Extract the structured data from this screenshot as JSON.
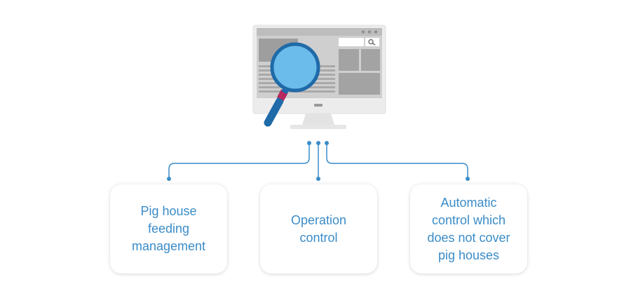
{
  "colors": {
    "accent_blue": "#3a8cc8",
    "connector_blue": "#3a8cc8",
    "monitor_bezel": "#e9e9e9",
    "screen_gray": "#c8c8c8",
    "block_gray": "#9b9b9b",
    "lens_blue": "#6bbcea",
    "handle_blue": "#1f6aa8",
    "collar_magenta": "#b8275e"
  },
  "icons": {
    "monitor": "computer-monitor-icon",
    "magnifier": "magnifying-glass-icon"
  },
  "boxes": [
    {
      "label": "Pig house\nfeeding\nmanagement"
    },
    {
      "label": "Operation\ncontrol"
    },
    {
      "label": "Automatic\ncontrol which\ndoes not cover\npig houses"
    }
  ]
}
